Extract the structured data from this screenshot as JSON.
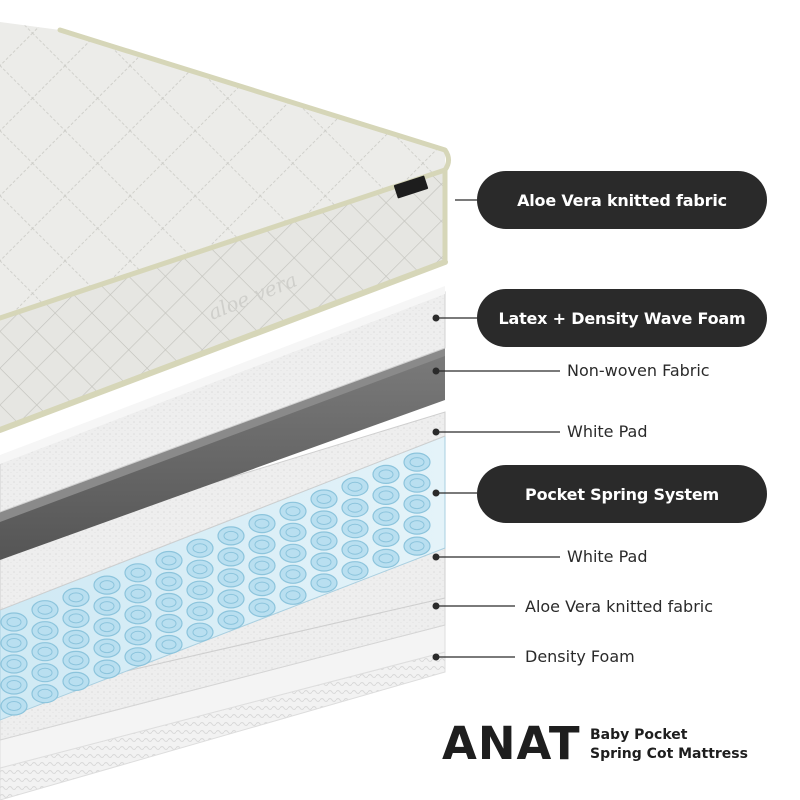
{
  "colors": {
    "pill": "#2a2a2a",
    "text": "#1e1e1e",
    "spring": "#b9dff0",
    "spring_dark": "#8cc4dc",
    "nonwoven": "#6b6b6b",
    "cover": "#ebebe8"
  },
  "layers": [
    {
      "label": "Aloe Vera knitted fabric",
      "style": "pill"
    },
    {
      "label": "Latex + Density Wave Foam",
      "style": "pill"
    },
    {
      "label": "Non-woven Fabric",
      "style": "plain"
    },
    {
      "label": "White Pad",
      "style": "plain"
    },
    {
      "label": "Pocket Spring System",
      "style": "pill"
    },
    {
      "label": "White Pad",
      "style": "plain"
    },
    {
      "label": "Aloe Vera knitted fabric",
      "style": "plain"
    },
    {
      "label": "Density Foam",
      "style": "plain"
    }
  ],
  "brand": {
    "name": "ANAT",
    "subtitle_line1": "Baby Pocket",
    "subtitle_line2": "Spring Cot Mattress"
  },
  "cover_tag": "aloe vera"
}
